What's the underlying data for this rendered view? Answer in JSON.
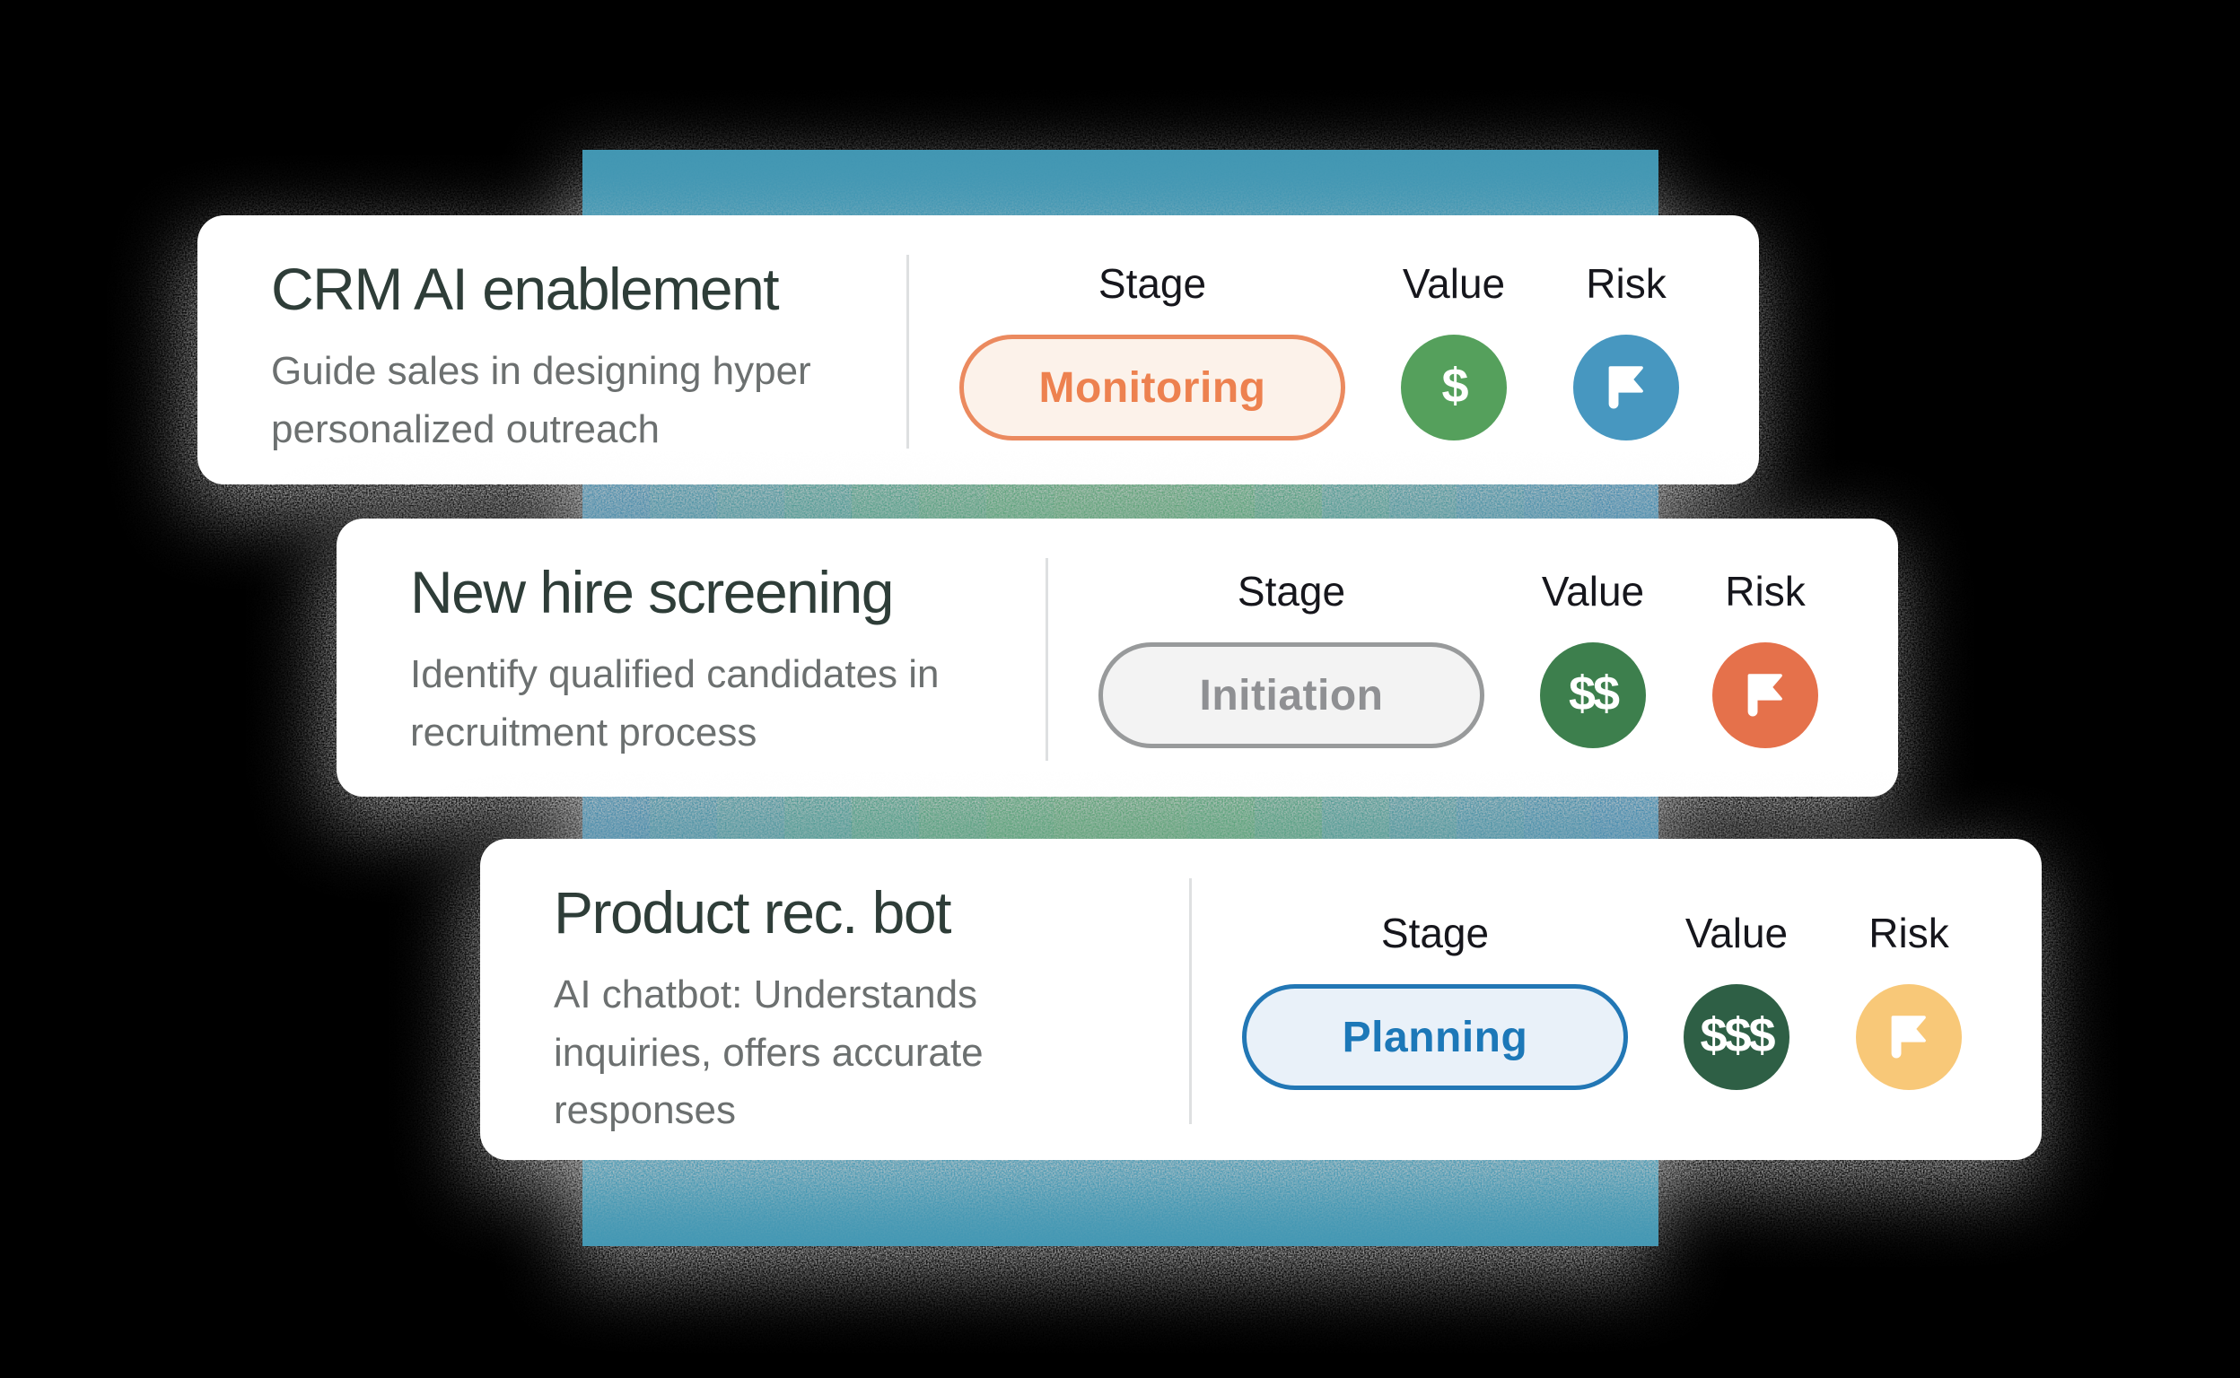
{
  "background_color": "#000000",
  "band": {
    "color": "#4397B3",
    "gradient_segments": [
      "#3C86A8",
      "#418DA2",
      "#45929B",
      "#459690",
      "#489A83",
      "#4D9C79",
      "#509E72",
      "#529E6F",
      "#529E6F",
      "#509E72",
      "#4C9B7B",
      "#479790",
      "#44939A",
      "#418EA3",
      "#3E8AA8",
      "#3B86AC"
    ]
  },
  "columns": {
    "stage": "Stage",
    "value": "Value",
    "risk": "Risk"
  },
  "cards": [
    {
      "title": "CRM AI enablement",
      "description": "Guide sales in designing hyper\npersonalized outreach",
      "stage": {
        "label": "Monitoring",
        "text_color": "#ED8150",
        "border_color": "#EB8A5F",
        "background_color": "#FCF2EA"
      },
      "value": {
        "symbol": "$",
        "color": "#55A05C",
        "symbol_color": "#FFFFFF"
      },
      "risk": {
        "color": "#4697C0",
        "flag_color": "#FFFFFF"
      }
    },
    {
      "title": "New hire screening",
      "description": "Identify qualified candidates in\nrecruitment process",
      "stage": {
        "label": "Initiation",
        "text_color": "#8F9093",
        "border_color": "#989A9B",
        "background_color": "#F3F3F3"
      },
      "value": {
        "symbol": "$$",
        "color": "#3E7F4D",
        "symbol_color": "#FFFFFF"
      },
      "risk": {
        "color": "#E5714C",
        "flag_color": "#FFFFFF"
      }
    },
    {
      "title": "Product rec. bot",
      "description": "AI chatbot: Understands\ninquiries, offers accurate\nresponses",
      "stage": {
        "label": "Planning",
        "text_color": "#1E78B8",
        "border_color": "#2277B5",
        "background_color": "#E9F1F9"
      },
      "value": {
        "symbol": "$$$",
        "color": "#2E5F45",
        "symbol_color": "#FFFFFF"
      },
      "risk": {
        "color": "#F8C878",
        "flag_color": "#FFFFFF"
      }
    }
  ]
}
